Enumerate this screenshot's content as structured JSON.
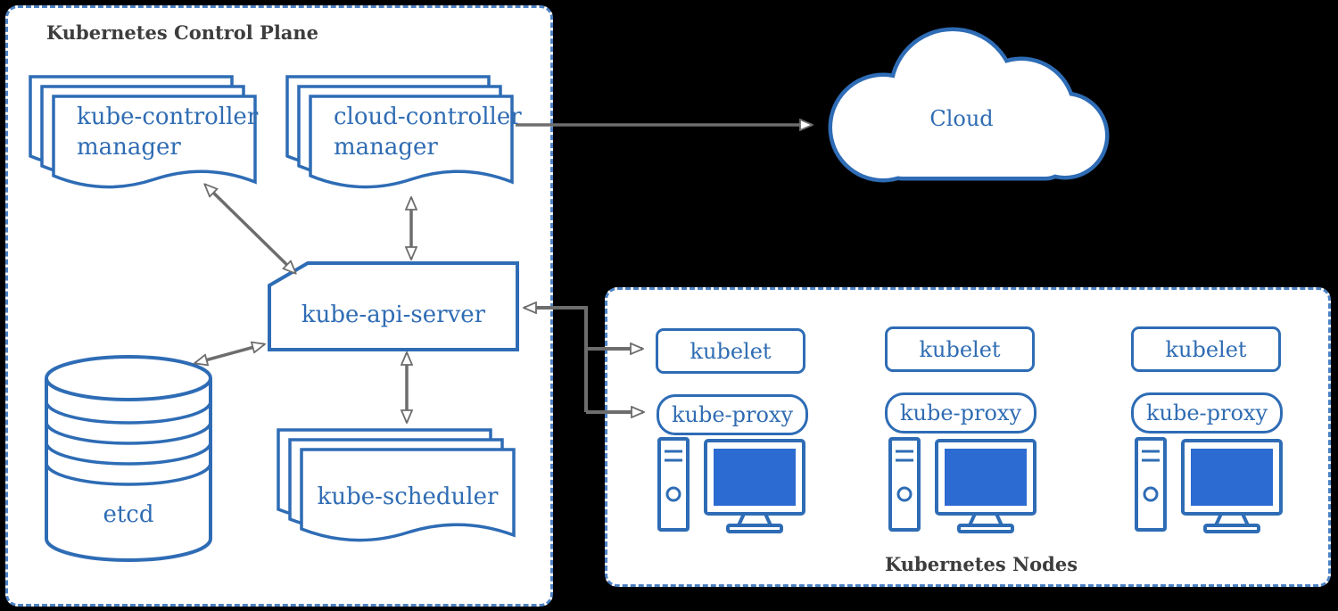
{
  "colors": {
    "shape_stroke": "#2e6cb5",
    "label_text": "#2f6cb3",
    "panel_border": "#4d82c4",
    "title_text": "#3d3d3d",
    "arrow": "#6d6d6d",
    "screen_fill": "#2c6bd1",
    "background": "#000000",
    "panel_fill": "#ffffff"
  },
  "control_plane": {
    "title": "Kubernetes Control Plane",
    "kube_controller_manager": {
      "line1": "kube-controller",
      "line2": "manager"
    },
    "cloud_controller_manager": {
      "line1": "cloud-controller",
      "line2": "manager"
    },
    "kube_api_server": "kube-api-server",
    "etcd": "etcd",
    "kube_scheduler": "kube-scheduler"
  },
  "cloud": {
    "label": "Cloud"
  },
  "nodes_panel": {
    "title": "Kubernetes Nodes",
    "nodes": [
      {
        "kubelet": "kubelet",
        "kube_proxy": "kube-proxy"
      },
      {
        "kubelet": "kubelet",
        "kube_proxy": "kube-proxy"
      },
      {
        "kubelet": "kubelet",
        "kube_proxy": "kube-proxy"
      }
    ]
  }
}
